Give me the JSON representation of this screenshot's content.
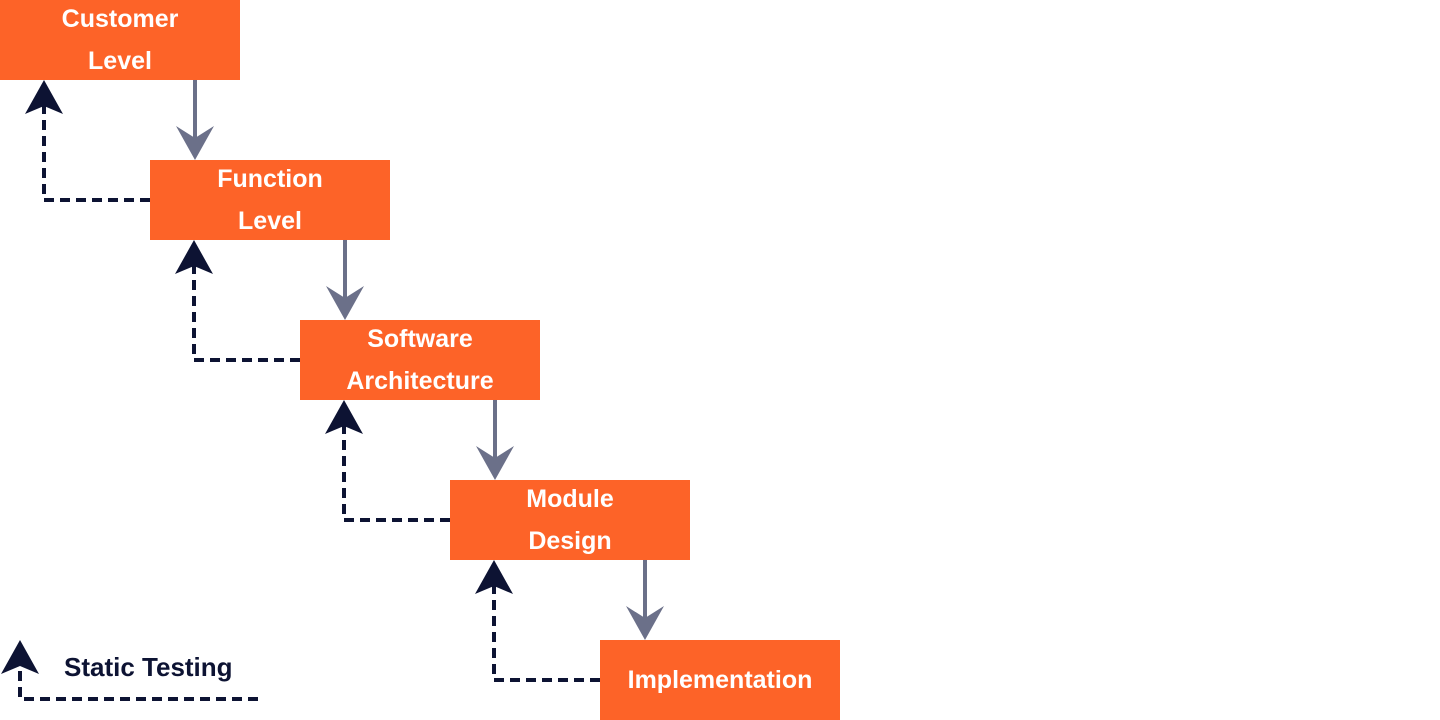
{
  "colors": {
    "box_fill": "#fd6328",
    "box_text": "#ffffff",
    "flow_arrow": "#6b7089",
    "static_arrow": "#0d1333"
  },
  "stages": [
    {
      "lines": [
        "Customer",
        "Level"
      ]
    },
    {
      "lines": [
        "Function",
        "Level"
      ]
    },
    {
      "lines": [
        "Software",
        "Architecture"
      ]
    },
    {
      "lines": [
        "Module",
        "Design"
      ]
    },
    {
      "lines": [
        "Implementation"
      ]
    }
  ],
  "legend": {
    "label": "Static Testing",
    "icon": "dashed-arrow-icon"
  }
}
